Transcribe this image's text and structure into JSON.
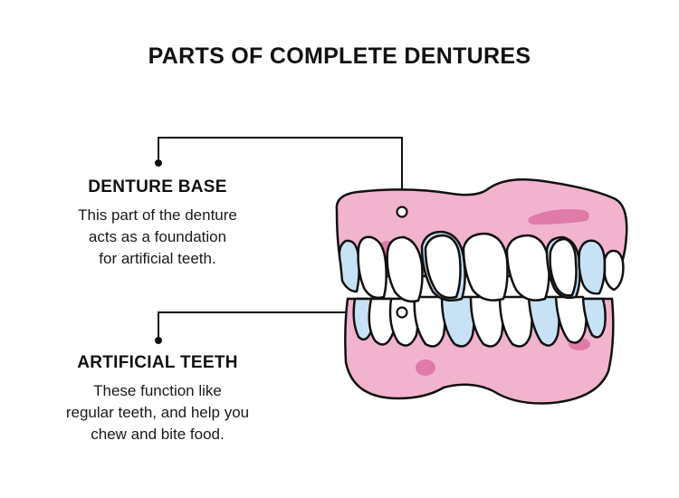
{
  "title": "PARTS OF COMPLETE DENTURES",
  "callouts": {
    "denture_base": {
      "heading": "DENTURE BASE",
      "lines": [
        "This part of the denture",
        "acts as a foundation",
        "for artificial teeth."
      ]
    },
    "artificial_teeth": {
      "heading": "ARTIFICIAL TEETH",
      "lines": [
        "These function like",
        "regular teeth, and help you",
        "chew and bite food."
      ]
    }
  },
  "colors": {
    "gum": "#f2b3cf",
    "gum_accent": "#e07aa8",
    "tooth": "#ffffff",
    "tooth_shade": "#c7e1f5",
    "outline": "#111111"
  },
  "icons": [
    "denture-illustration",
    "connector-dot"
  ]
}
